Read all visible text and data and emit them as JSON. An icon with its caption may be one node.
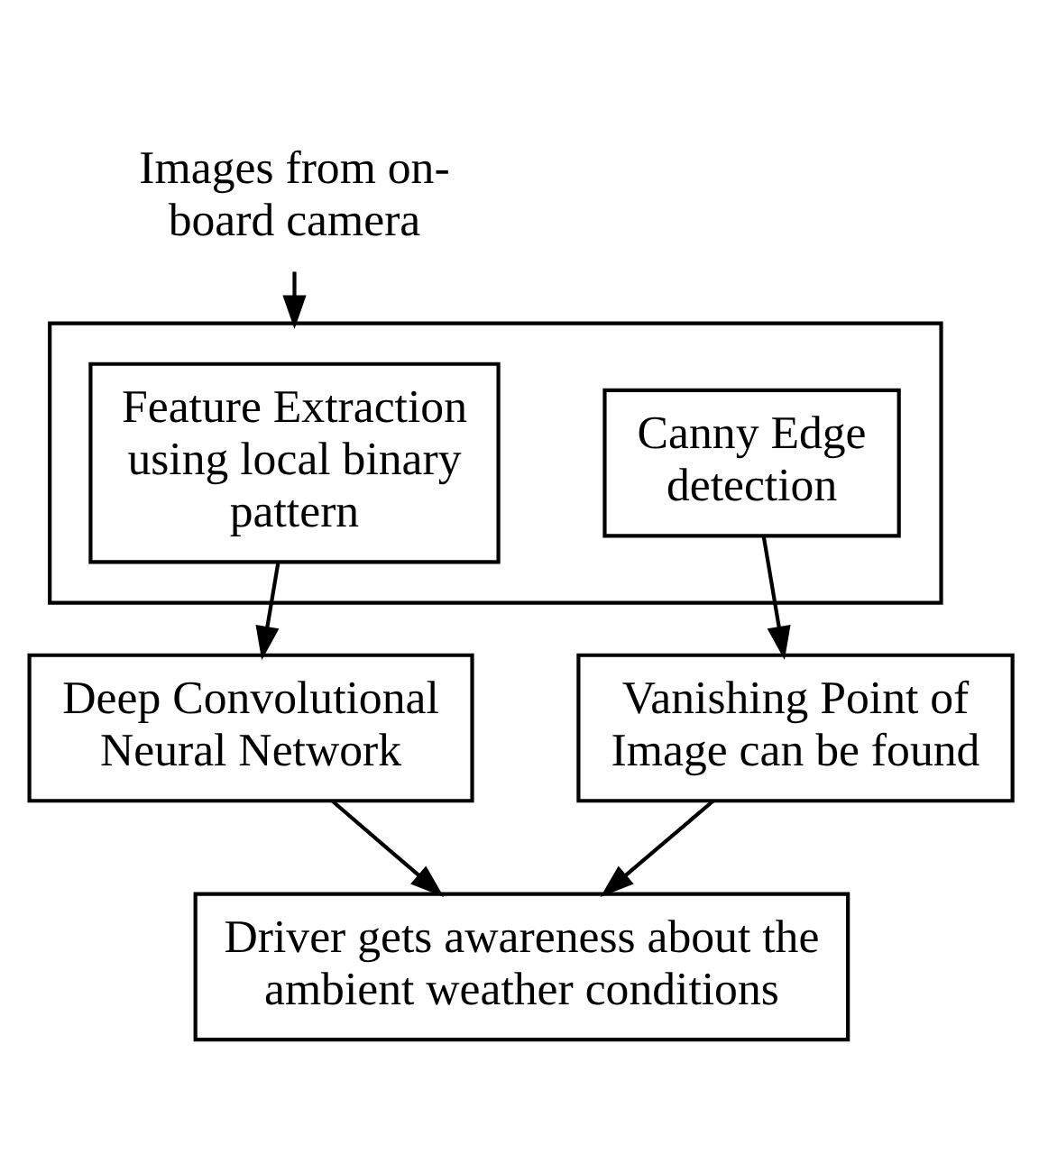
{
  "diagram": {
    "nodes": [
      {
        "text": [
          "Images from on-board camera"
        ]
      },
      {
        "text": [],
        "shape": "box"
      },
      {
        "text": [
          "Feature Extraction using local binary pattern"
        ],
        "in": 1
      },
      {
        "text": [
          "Canny Edge detection"
        ],
        "in": 1
      },
      {
        "text": [
          "Deep Convolutional Neural Network"
        ]
      },
      {
        "text": [
          "Vanishing Point of Image can be found"
        ]
      },
      {
        "text": [
          "Driver gets awareness about the ambient weather conditions"
        ]
      }
    ],
    "edges": [
      {
        "from": 0,
        "to": 1,
        "arrow": "to"
      },
      {
        "from": 2,
        "to": 4,
        "arrow": "to"
      },
      {
        "from": 3,
        "to": 5,
        "arrow": "to"
      },
      {
        "from": 4,
        "to": 6,
        "arrow": "to"
      },
      {
        "from": 5,
        "to": 6,
        "arrow": "to"
      }
    ]
  }
}
